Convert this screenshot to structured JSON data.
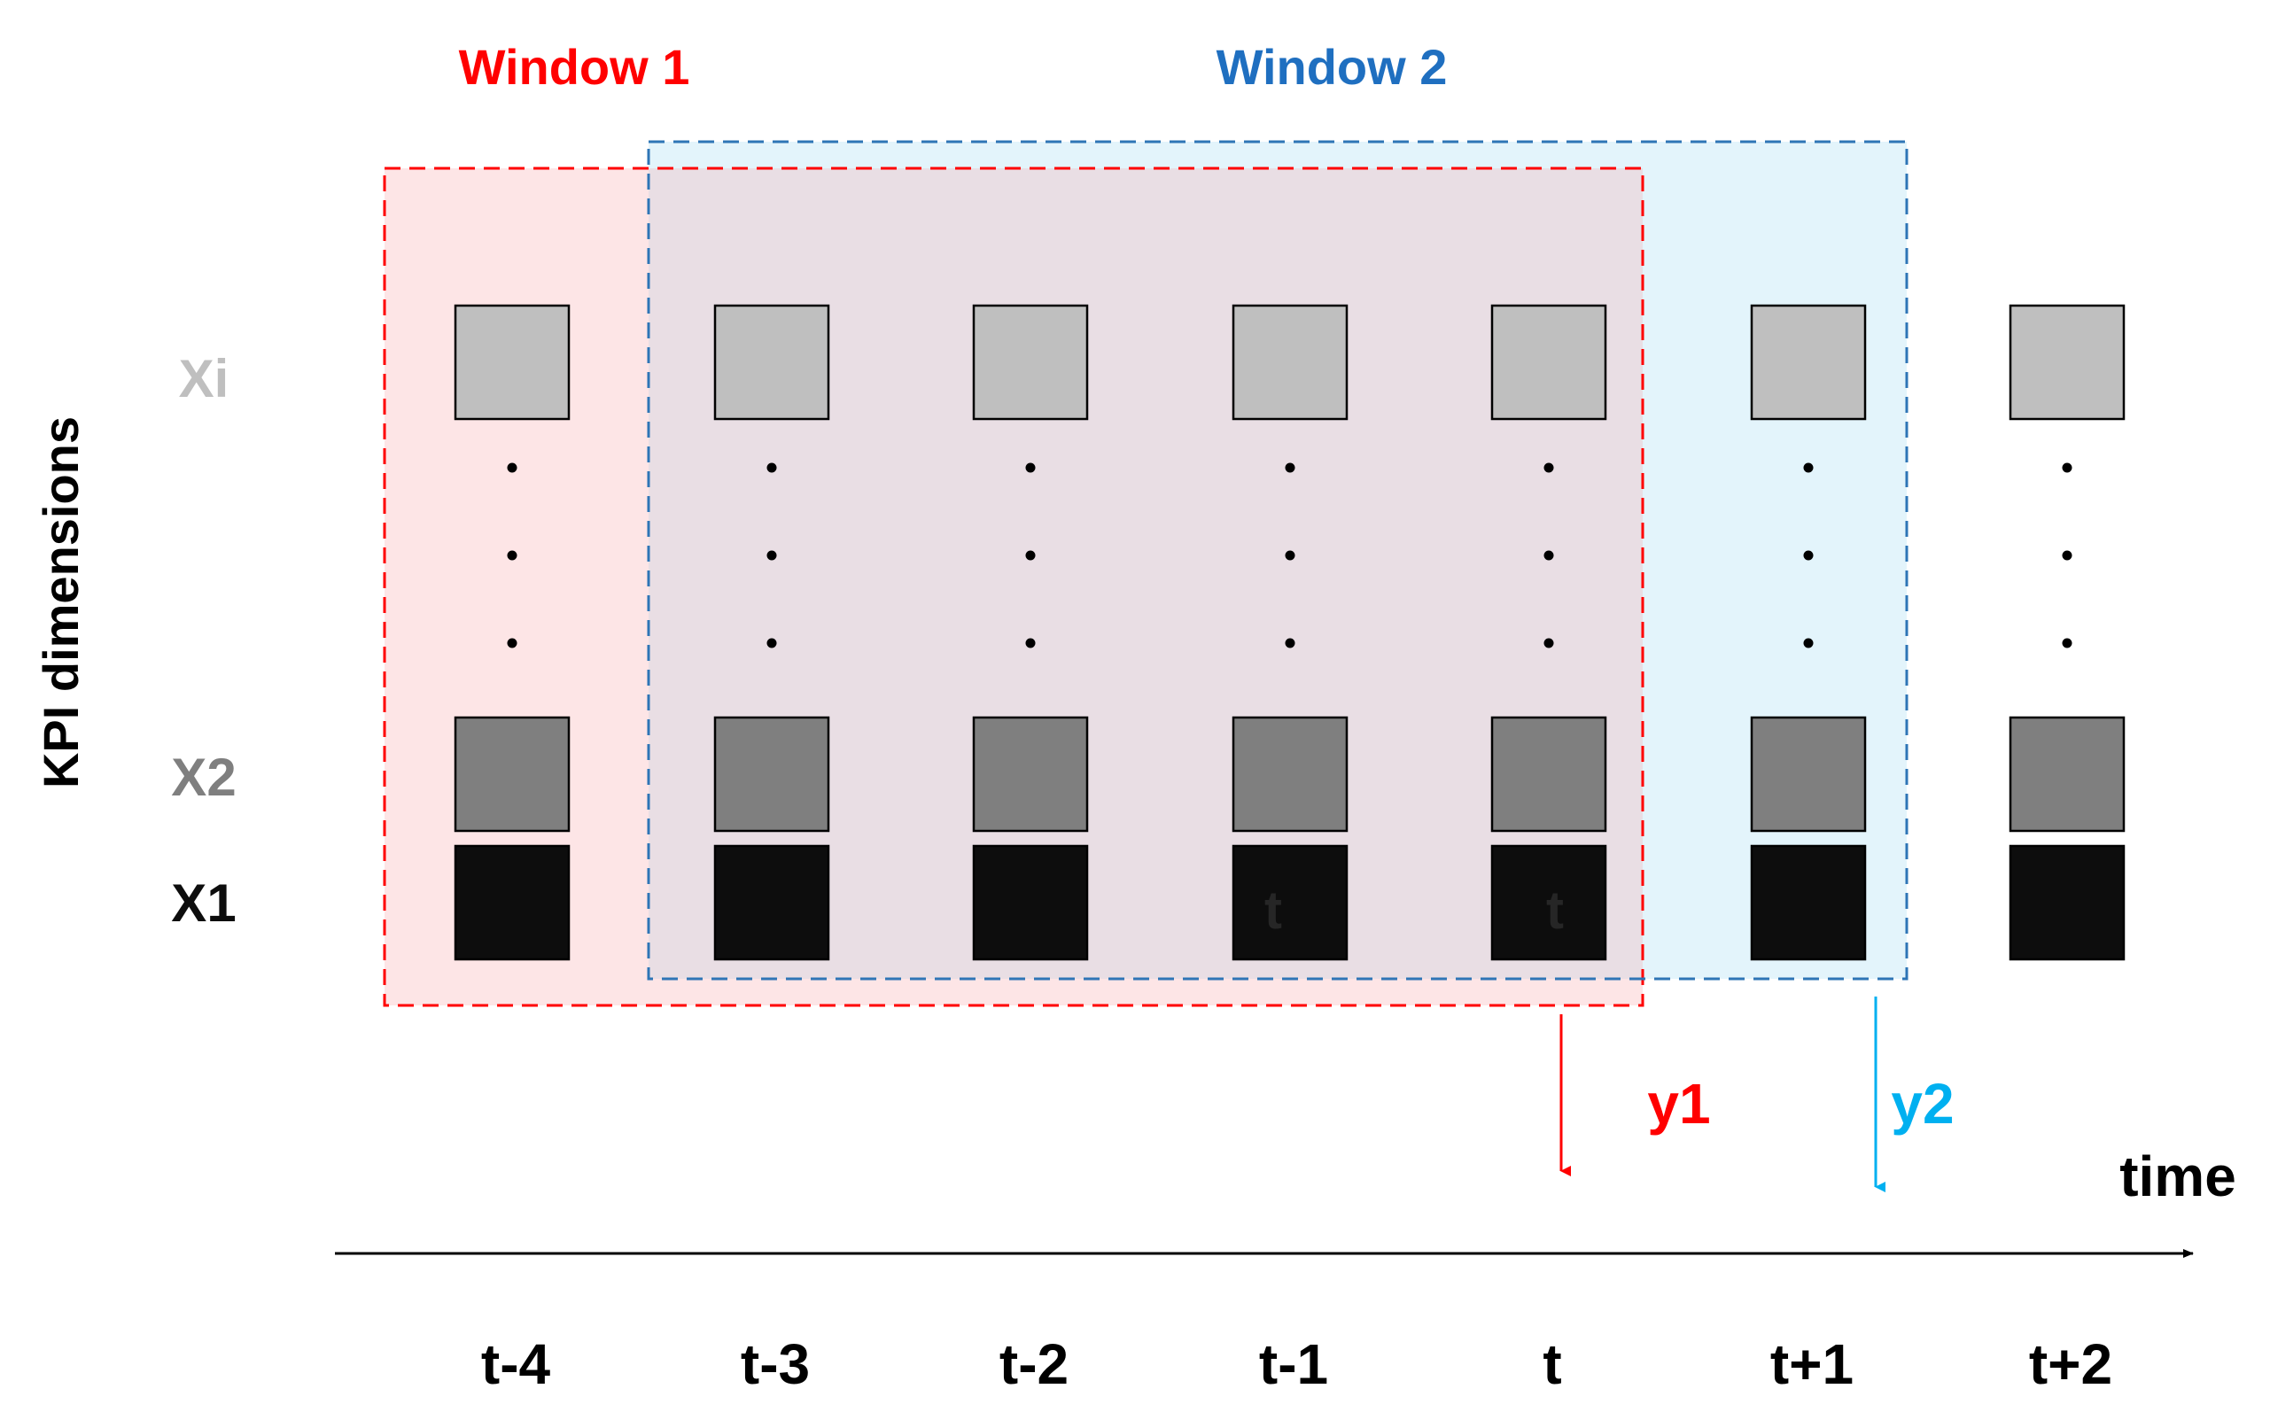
{
  "windows": [
    {
      "label": "Window 1",
      "color": "#ff0000",
      "fill": "#fde5e6",
      "stroke": "#ff0000"
    },
    {
      "label": "Window 2",
      "color": "#1f6fc0",
      "fill": "#e3f4fb",
      "stroke": "#2e75b6"
    }
  ],
  "overlap_fill": "#e9dee4",
  "y_axis_label": "KPI dimensions",
  "row_labels": [
    {
      "text": "Xi",
      "color": "#bfbfbf"
    },
    {
      "text": "X2",
      "color": "#7f7f7f"
    },
    {
      "text": "X1",
      "color": "#0d0d0d"
    }
  ],
  "time_axis_label": "time",
  "time_labels": [
    "t-4",
    "t-3",
    "t-2",
    "t-1",
    "t",
    "t+1",
    "t+2"
  ],
  "overlay_text": {
    "col_t_minus_1": "t",
    "col_t": "t"
  },
  "outputs": [
    {
      "label": "y1",
      "color": "#ff0000"
    },
    {
      "label": "y2",
      "color": "#00b0f0"
    }
  ],
  "square_colors": {
    "xi": "#bfbfbf",
    "x2": "#7f7f7f",
    "x1": "#0d0d0d"
  },
  "ellipsis": "."
}
